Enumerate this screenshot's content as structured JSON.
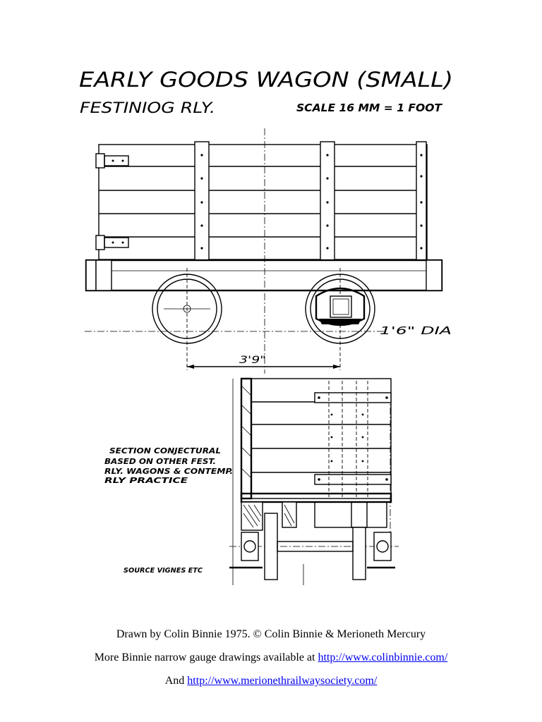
{
  "drawing": {
    "title": "EARLY GOODS WAGON (SMALL)",
    "railway": "FESTINIOG RLY.",
    "scale": "SCALE 16 MM = 1 FOOT",
    "wheel_dia": "1'6\" DIA",
    "wheelbase": "3'9\"",
    "note_lines": [
      "SECTION CONJECTURAL",
      "BASED ON OTHER FEST.",
      "RLY. WAGONS & CONTEMP.",
      "RLY PRACTICE"
    ],
    "source": "SOURCE VIGNES ETC"
  },
  "footer": {
    "credit": "Drawn by Colin Binnie 1975.  © Colin Binnie & Merioneth Mercury",
    "more_prefix": "More Binnie narrow gauge drawings available at ",
    "link1": "http://www.colinbinnie.com/",
    "and_prefix": "And ",
    "link2": "http://www.merionethrailwaysociety.com/"
  },
  "colors": {
    "ink": "#000000",
    "link": "#0000ee",
    "paper": "#ffffff"
  }
}
